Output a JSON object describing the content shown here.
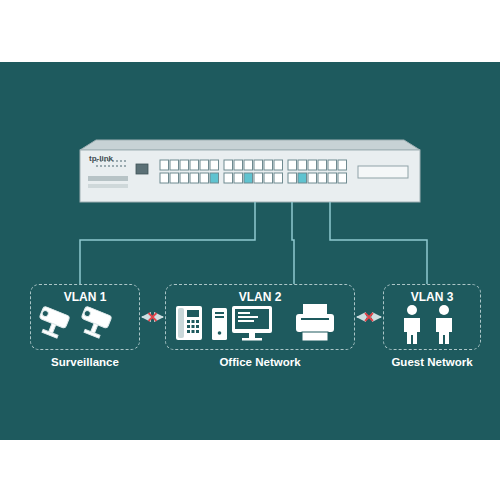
{
  "diagram": {
    "nodes": [
      {
        "text": [
          "tp-link"
        ]
      },
      {
        "text": [
          "VLAN 1",
          "Surveillance"
        ]
      },
      {
        "text": [
          "VLAN 2",
          "Office Network"
        ]
      },
      {
        "text": [
          "VLAN 3",
          "Guest Network"
        ]
      }
    ],
    "edges": [
      {
        "from": 0,
        "to": 1,
        "arrow": "none"
      },
      {
        "from": 0,
        "to": 2,
        "arrow": "none"
      },
      {
        "from": 0,
        "to": 3,
        "arrow": "none"
      },
      {
        "from": 1,
        "to": 2,
        "arrow": "both"
      },
      {
        "from": 2,
        "to": 3,
        "arrow": "both"
      }
    ]
  }
}
